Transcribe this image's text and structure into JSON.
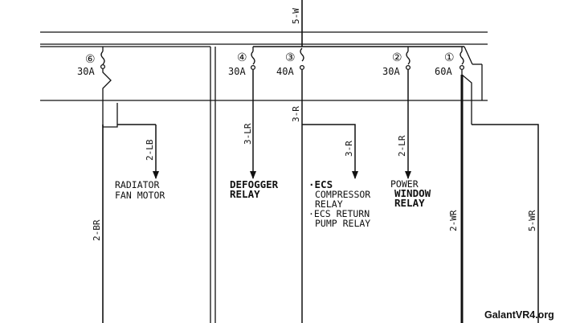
{
  "top_wire": "5-W",
  "fuses": [
    {
      "id": "fuse-6",
      "number": "⑥",
      "rating": "30A"
    },
    {
      "id": "fuse-4",
      "number": "④",
      "rating": "30A"
    },
    {
      "id": "fuse-3",
      "number": "③",
      "rating": "40A"
    },
    {
      "id": "fuse-2",
      "number": "②",
      "rating": "30A"
    },
    {
      "id": "fuse-1",
      "number": "①",
      "rating": "60A"
    }
  ],
  "wires": {
    "lb": "2-LB",
    "br": "2-BR",
    "lr_defogger": "3-LR",
    "r_main": "3-R",
    "r_branch": "3-R",
    "lr_window": "2-LR",
    "wr_left": "2-WR",
    "wr_right": "5-WR"
  },
  "destinations": {
    "radiator": [
      "RADIATOR",
      "FAN MOTOR"
    ],
    "defogger": [
      "DEFOGGER",
      "RELAY"
    ],
    "ecs_compressor": [
      "·ECS",
      "COMPRESSOR",
      "RELAY"
    ],
    "ecs_return": [
      "·ECS RETURN",
      "PUMP RELAY"
    ],
    "power_window": [
      "POWER",
      "WINDOW",
      "RELAY"
    ]
  },
  "watermark": "GalantVR4.org",
  "colors": {
    "line": "#111111",
    "background": "#ffffff"
  }
}
